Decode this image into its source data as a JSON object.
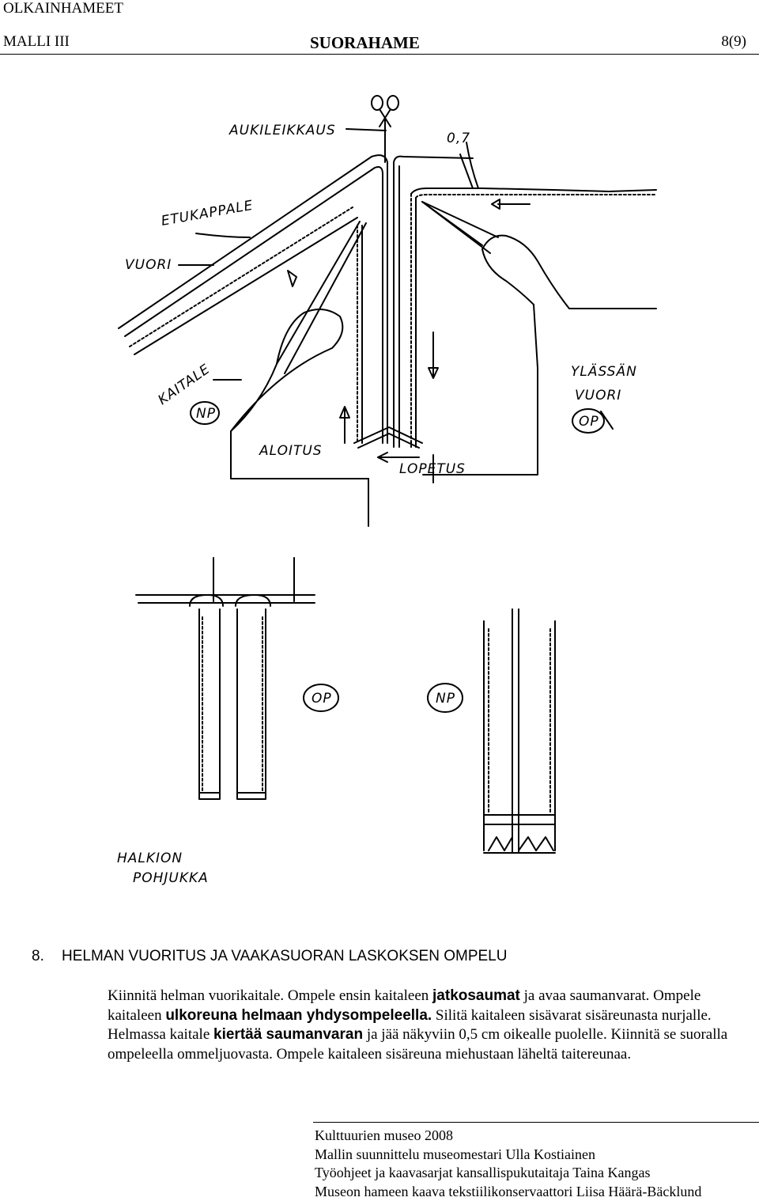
{
  "header": {
    "category": "OLKAINHAMEET",
    "model": "MALLI III",
    "title": "SUORAHAME",
    "page": "8(9)"
  },
  "drawing_labels": {
    "aukileikkaus": "AUKILEIKKAUS",
    "measure": "0,7",
    "etukappale": "ETUKAPPALE",
    "vuori": "VUORI",
    "kaitale": "KAITALE",
    "np": "NP",
    "aloitus": "ALOITUS",
    "lopetus": "LOPETUS",
    "ylassan": "YLÄSSÄN",
    "vuori2": "VUORI",
    "op": "OP",
    "op2": "OP",
    "np2": "NP",
    "halkion": "HALKION",
    "pohjukka": "POHJUKKA"
  },
  "section": {
    "number": "8.",
    "title": "HELMAN VUORITUS JA VAAKASUORAN LASKOKSEN OMPELU"
  },
  "instructions": {
    "p1": "Kiinnitä helman vuorikaitale. Ompele ensin kaitaleen ",
    "b1": "jatkosaumat",
    "p2": " ja avaa saumanvarat. Ompele kaitaleen ",
    "b2": "ulkoreuna helmaan yhdysompeleella.",
    "p3": " Silitä kaitaleen sisävarat sisäreunasta nurjalle. Helmassa kaitale ",
    "b3": "kiertää saumanvaran",
    "p4": " ja jää näkyviin 0,5 cm oikealle puolelle. Kiinnitä se suoralla ompeleella ommeljuovasta. Ompele kaitaleen sisäreuna miehustaan läheltä taitereunaa."
  },
  "footer": {
    "line1": "Kulttuurien museo 2008",
    "line2": "Mallin suunnittelu museomestari Ulla Kostiainen",
    "line3": "Työohjeet ja kaavasarjat kansallispukutaitaja Taina Kangas",
    "line4": "Museon hameen kaava tekstiilikonservaattori Liisa Häärä-Bäcklund"
  }
}
